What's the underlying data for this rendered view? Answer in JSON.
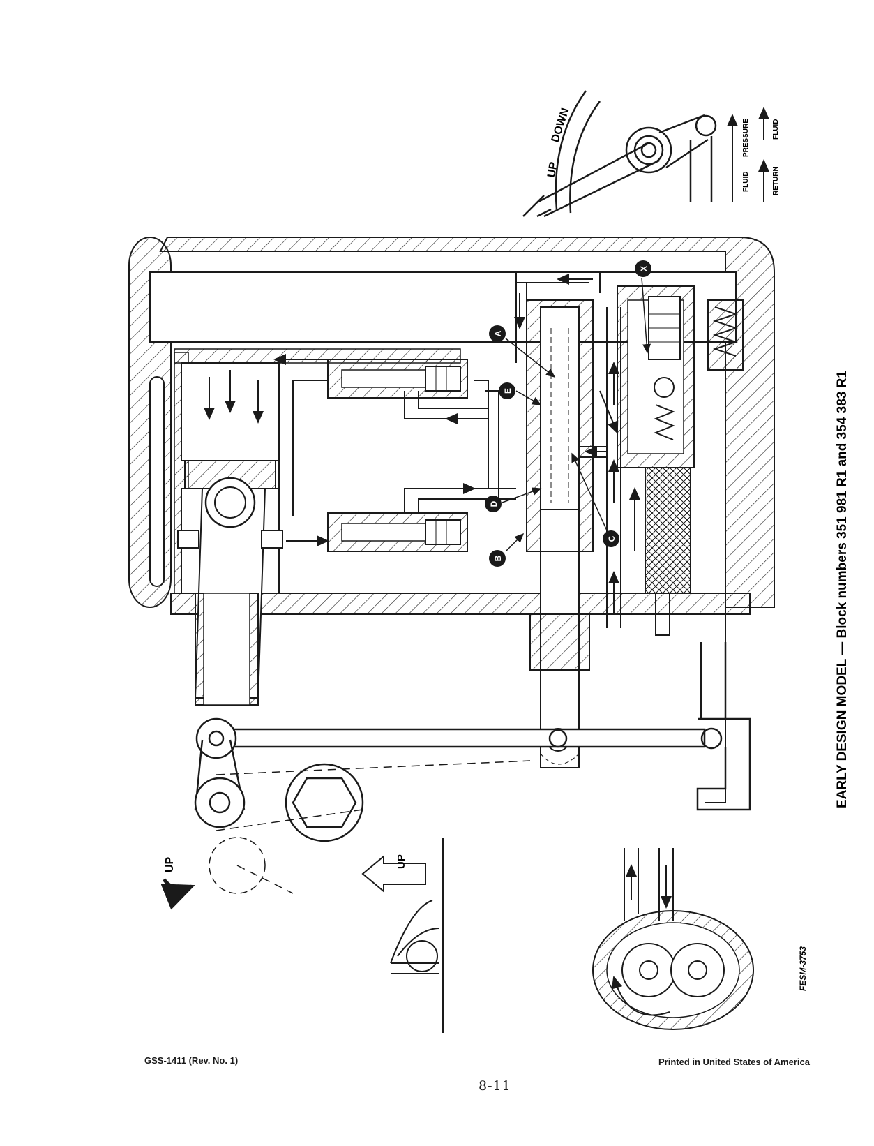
{
  "title": "EARLY DESIGN MODEL — Block numbers 351 981 R1 and 354 383 R1",
  "figure_code": "FESM-3753",
  "footer_left": "GSS-1411 (Rev. No. 1)",
  "footer_right": "Printed in United States of America",
  "page_number": "8-11",
  "lever_labels": {
    "up": "UP",
    "down": "DOWN"
  },
  "legend": {
    "pressure": [
      "FLUID",
      "PRESSURE"
    ],
    "return": [
      "RETURN",
      "FLUID"
    ]
  },
  "callouts": [
    "A",
    "B",
    "C",
    "D",
    "E",
    "X"
  ],
  "motion_labels": {
    "up_curve": "UP",
    "up_arrow": "UP"
  },
  "colors": {
    "ink": "#1a1a1a",
    "paper": "#ffffff"
  }
}
